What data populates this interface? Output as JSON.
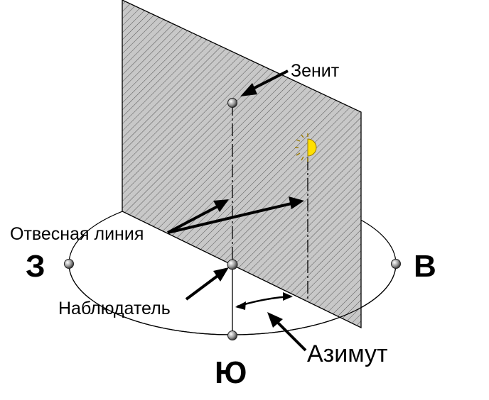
{
  "labels": {
    "zenith": "Зенит",
    "plumb_line": "Отвесная линия",
    "observer": "Наблюдатель",
    "azimuth": "Азимут",
    "west": "З",
    "east": "В",
    "south": "Ю"
  },
  "colors": {
    "plane_fill": "#c8c8c8",
    "hatch": "#555555",
    "sun": "#ffe000",
    "sun_outline": "#9a7a00",
    "point": "#8a8a8a",
    "ink": "#000000"
  },
  "icons": {
    "sun": "sun-icon"
  }
}
